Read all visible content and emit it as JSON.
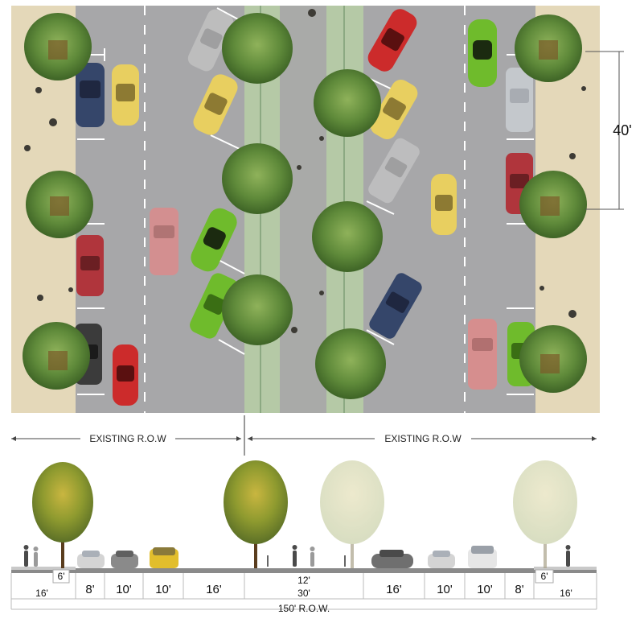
{
  "plan": {
    "spacing_label": "40'"
  },
  "row": {
    "left_label": "EXISTING R.O.W",
    "right_label": "EXISTING R.O.W"
  },
  "section": {
    "dims": {
      "sidewalk_left": "16'",
      "planter_left": "6'",
      "parking_left": "8'",
      "lane_left_1": "10'",
      "lane_left_2": "10'",
      "lane_left_3": "16'",
      "median": "12'",
      "median_total": "30'",
      "lane_right_3": "16'",
      "lane_right_2": "10'",
      "lane_right_1": "10'",
      "parking_right": "8'",
      "planter_right": "6'",
      "sidewalk_right": "16'",
      "total": "150' R.O.W."
    }
  },
  "colors": {
    "sidewalk": "#e4d8b9",
    "road": "#a7a7a9",
    "median": "#b5c9a6",
    "tree": "#5f8a3a",
    "ghost_tree": "#c9d4b0",
    "car_red": "#cc2b2b",
    "car_yellow": "#e8cf60",
    "car_green": "#6fbb2c",
    "car_navy": "#35466a"
  }
}
